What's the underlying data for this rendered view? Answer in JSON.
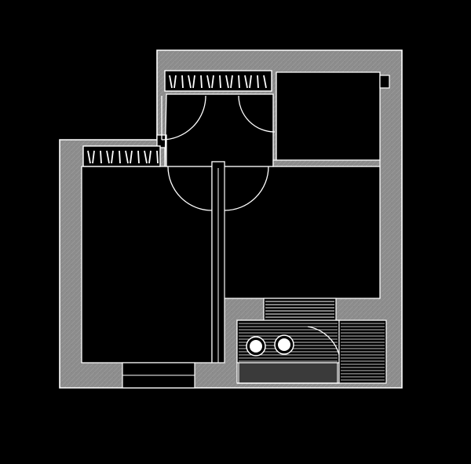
{
  "colors": {
    "background": "#000000",
    "wall": "#8c8c8c",
    "outline": "#ffffff",
    "stove": "#3a3a3a"
  },
  "rooms": [
    "bedroom-left",
    "room-upper-right",
    "living-room",
    "kitchen",
    "hallway"
  ],
  "icons": [
    "door-swing-icon",
    "wardrobe-icon",
    "stove-burner-icon",
    "window-icon",
    "balcony-icon"
  ]
}
